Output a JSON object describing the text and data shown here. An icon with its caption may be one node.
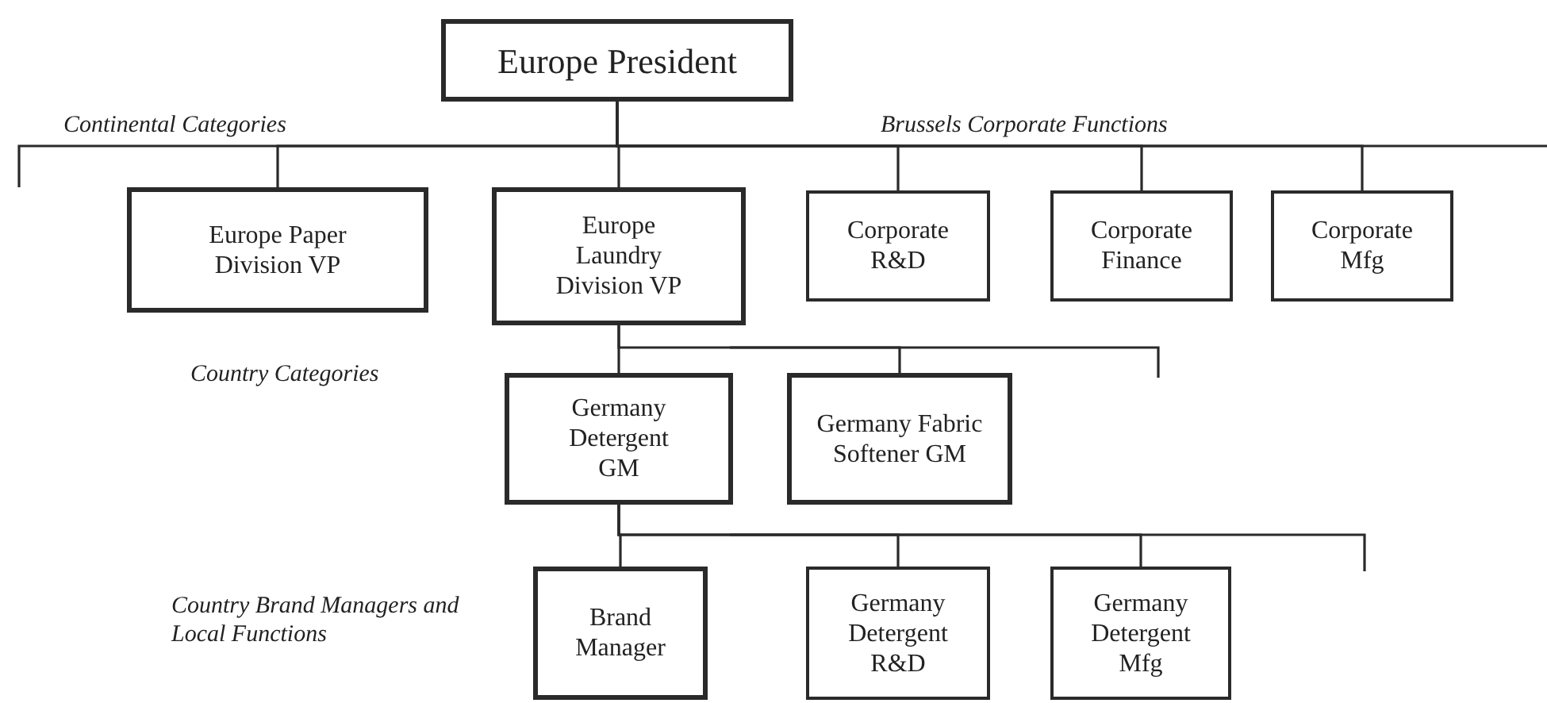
{
  "diagram": {
    "nodes": [
      {
        "text": [
          "Europe President"
        ]
      },
      {
        "text": [
          "Europe Paper Division VP"
        ]
      },
      {
        "text": [
          "Europe Laundry Division VP"
        ]
      },
      {
        "text": [
          "Corporate R&D"
        ]
      },
      {
        "text": [
          "Corporate Finance"
        ]
      },
      {
        "text": [
          "Corporate Mfg"
        ]
      },
      {
        "text": [
          "Germany Detergent GM"
        ]
      },
      {
        "text": [
          "Germany Fabric Softener GM"
        ]
      },
      {
        "text": [
          "Brand Manager"
        ]
      },
      {
        "text": [
          "Germany Detergent R&D"
        ]
      },
      {
        "text": [
          "Germany Detergent Mfg"
        ]
      }
    ],
    "edges": [
      {
        "from": 0,
        "to": 1,
        "arrow": "none"
      },
      {
        "from": 0,
        "to": 2,
        "arrow": "none"
      },
      {
        "from": 0,
        "to": 3,
        "arrow": "none"
      },
      {
        "from": 0,
        "to": 4,
        "arrow": "none"
      },
      {
        "from": 0,
        "to": 5,
        "arrow": "none"
      },
      {
        "from": 2,
        "to": 6,
        "arrow": "none"
      },
      {
        "from": 2,
        "to": 7,
        "arrow": "none"
      },
      {
        "from": 6,
        "to": 8,
        "arrow": "none"
      },
      {
        "from": 6,
        "to": 9,
        "arrow": "none"
      },
      {
        "from": 6,
        "to": 10,
        "arrow": "none"
      }
    ],
    "labels": [
      "Continental Categories",
      "Brussels Corporate Functions",
      "Country Categories",
      "Country Brand Managers and Local Functions"
    ]
  }
}
